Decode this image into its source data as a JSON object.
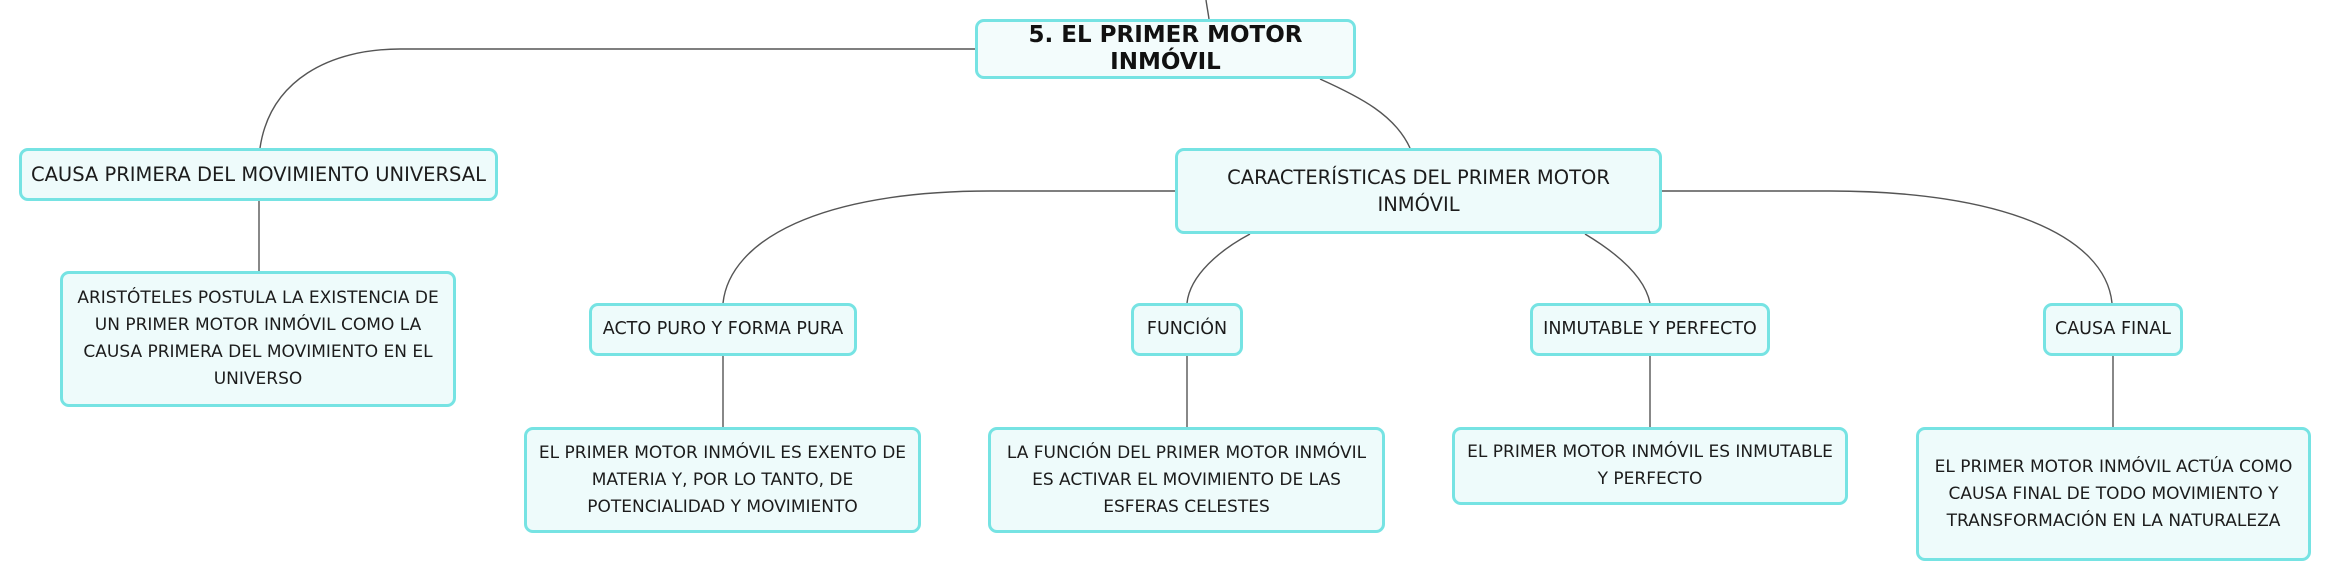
{
  "diagram": {
    "root": {
      "label": "5. EL PRIMER MOTOR INMÓVIL"
    },
    "branches": [
      {
        "label": "CAUSA PRIMERA DEL MOVIMIENTO UNIVERSAL",
        "detail": "ARISTÓTELES POSTULA LA EXISTENCIA DE UN PRIMER MOTOR INMÓVIL COMO LA CAUSA PRIMERA DEL MOVIMIENTO EN EL UNIVERSO"
      },
      {
        "label": "CARACTERÍSTICAS DEL PRIMER MOTOR INMÓVIL",
        "children": [
          {
            "label": "ACTO PURO Y FORMA PURA",
            "detail": "EL PRIMER MOTOR INMÓVIL ES EXENTO DE MATERIA Y, POR LO TANTO, DE POTENCIALIDAD Y MOVIMIENTO"
          },
          {
            "label": "FUNCIÓN",
            "detail": "LA FUNCIÓN DEL PRIMER MOTOR INMÓVIL ES ACTIVAR EL MOVIMIENTO DE LAS ESFERAS CELESTES"
          },
          {
            "label": "INMUTABLE Y PERFECTO",
            "detail": "EL PRIMER MOTOR INMÓVIL ES INMUTABLE Y PERFECTO"
          },
          {
            "label": "CAUSA FINAL",
            "detail": "EL PRIMER MOTOR INMÓVIL ACTÚA COMO CAUSA FINAL DE TODO MOVIMIENTO Y TRANSFORMACIÓN EN LA NATURALEZA"
          }
        ]
      }
    ],
    "colors": {
      "node_border": "#76e3e3",
      "node_fill": "#eefbfb",
      "connector": "#555555"
    }
  }
}
